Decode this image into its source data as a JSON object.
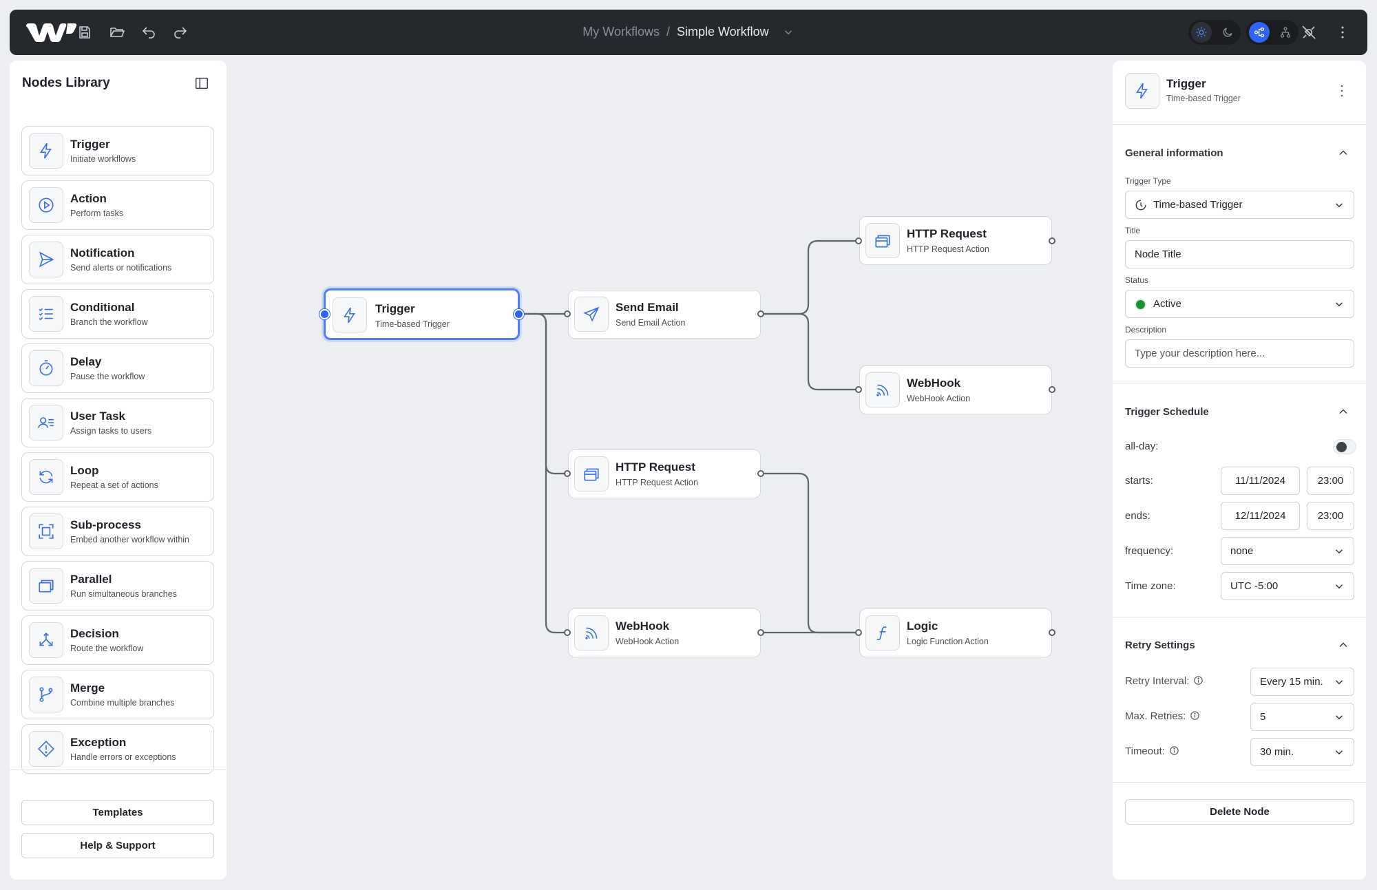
{
  "topbar": {
    "breadcrumb_root": "My Workflows",
    "breadcrumb_sep": "/",
    "workflow_name": "Simple Workflow"
  },
  "library": {
    "title": "Nodes Library",
    "items": [
      {
        "label": "Trigger",
        "desc": "Initiate workflows",
        "icon": "bolt-icon"
      },
      {
        "label": "Action",
        "desc": "Perform tasks",
        "icon": "play-circle-icon"
      },
      {
        "label": "Notification",
        "desc": "Send alerts or notifications",
        "icon": "send-icon"
      },
      {
        "label": "Conditional",
        "desc": "Branch the workflow",
        "icon": "checklist-icon"
      },
      {
        "label": "Delay",
        "desc": "Pause the workflow",
        "icon": "timer-icon"
      },
      {
        "label": "User Task",
        "desc": "Assign tasks to users",
        "icon": "user-list-icon"
      },
      {
        "label": "Loop",
        "desc": "Repeat a set of actions",
        "icon": "loop-icon"
      },
      {
        "label": "Sub-process",
        "desc": "Embed another workflow within",
        "icon": "frame-icon"
      },
      {
        "label": "Parallel",
        "desc": "Run simultaneous branches",
        "icon": "copy-icon"
      },
      {
        "label": "Decision",
        "desc": "Route the workflow",
        "icon": "split-icon"
      },
      {
        "label": "Merge",
        "desc": "Combine multiple branches",
        "icon": "merge-icon"
      },
      {
        "label": "Exception",
        "desc": "Handle errors or exceptions",
        "icon": "warning-diamond-icon"
      }
    ],
    "templates_label": "Templates",
    "help_label": "Help & Support"
  },
  "canvas": {
    "nodes": [
      {
        "id": "trigger",
        "label": "Trigger",
        "sub": "Time-based Trigger",
        "icon": "bolt-icon",
        "selected": true
      },
      {
        "id": "send-email",
        "label": "Send Email",
        "sub": "Send Email Action",
        "icon": "send-icon"
      },
      {
        "id": "http-1",
        "label": "HTTP Request",
        "sub": "HTTP Request Action",
        "icon": "window-icon"
      },
      {
        "id": "webhook-1",
        "label": "WebHook",
        "sub": "WebHook Action",
        "icon": "rss-icon"
      },
      {
        "id": "http-2",
        "label": "HTTP Request",
        "sub": "HTTP Request Action",
        "icon": "window-icon"
      },
      {
        "id": "webhook-2",
        "label": "WebHook",
        "sub": "WebHook Action",
        "icon": "rss-icon"
      },
      {
        "id": "logic",
        "label": "Logic",
        "sub": "Logic Function Action",
        "icon": "function-icon"
      }
    ]
  },
  "panel": {
    "title": "Trigger",
    "subtitle": "Time-based Trigger",
    "general": {
      "title": "General information",
      "trigger_type_label": "Trigger Type",
      "trigger_type_value": "Time-based Trigger",
      "title_label": "Title",
      "title_value": "Node Title",
      "status_label": "Status",
      "status_value": "Active",
      "description_label": "Description",
      "description_placeholder": "Type your description here..."
    },
    "schedule": {
      "title": "Trigger Schedule",
      "allday_label": "all-day:",
      "allday_on": false,
      "starts_label": "starts:",
      "starts_date": "11/11/2024",
      "starts_time": "23:00",
      "ends_label": "ends:",
      "ends_date": "12/11/2024",
      "ends_time": "23:00",
      "frequency_label": "frequency:",
      "frequency_value": "none",
      "timezone_label": "Time zone:",
      "timezone_value": "UTC -5:00"
    },
    "retry": {
      "title": "Retry Settings",
      "interval_label": "Retry Interval:",
      "interval_value": "Every 15 min.",
      "max_label": "Max. Retries:",
      "max_value": "5",
      "timeout_label": "Timeout:",
      "timeout_value": "30 min."
    },
    "delete_label": "Delete Node"
  },
  "colors": {
    "accent": "#2f64f5",
    "topbar": "#25282d",
    "status_active": "#1f8f36"
  }
}
